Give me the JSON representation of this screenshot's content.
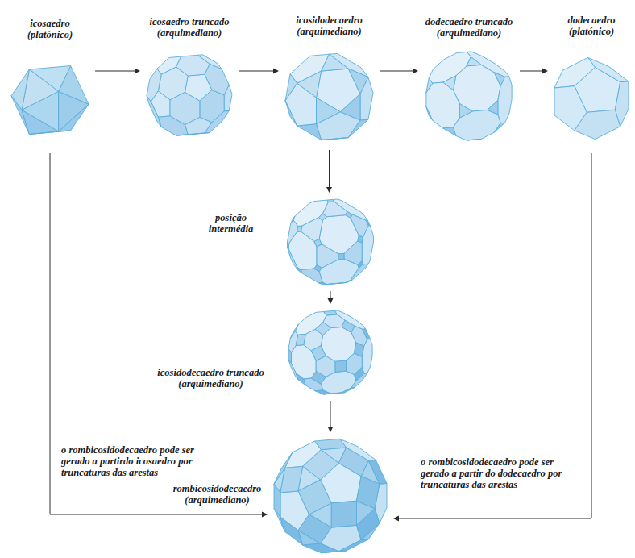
{
  "diagram": {
    "nodes": [
      {
        "text": [
          "icosaedro (platónico)"
        ]
      },
      {
        "text": [
          "icosaedro truncado (arquimediano)"
        ]
      },
      {
        "text": [
          "icosidodecaedro (arquimediano)"
        ]
      },
      {
        "text": [
          "dodecaedro truncado (arquimediano)"
        ]
      },
      {
        "text": [
          "dodecaedro (platónico)"
        ]
      },
      {
        "text": [
          "posição intermédia"
        ]
      },
      {
        "text": [
          "icosidodecaedro truncado (arquimediano)"
        ]
      },
      {
        "text": [
          "rombicosidodecaedro (arquimediano)"
        ]
      }
    ],
    "edges": [
      {
        "from": 0,
        "to": 1,
        "arrow": "to"
      },
      {
        "from": 1,
        "to": 2,
        "arrow": "to"
      },
      {
        "from": 2,
        "to": 3,
        "arrow": "to"
      },
      {
        "from": 3,
        "to": 4,
        "arrow": "to"
      },
      {
        "from": 2,
        "to": 5,
        "arrow": "to"
      },
      {
        "from": 5,
        "to": 6,
        "arrow": "to"
      },
      {
        "from": 6,
        "to": 7,
        "arrow": "to"
      },
      {
        "from": 0,
        "to": 7,
        "arrow": "to",
        "label": "o rombicosidodecaedro pode ser gerado a partirdo icosaedro por truncaturas das arestas"
      },
      {
        "from": 4,
        "to": 7,
        "arrow": "to",
        "label": "o rombicosidodecaedro pode ser gerado a partir do dodecaedro por truncaturas das arestas"
      }
    ]
  }
}
